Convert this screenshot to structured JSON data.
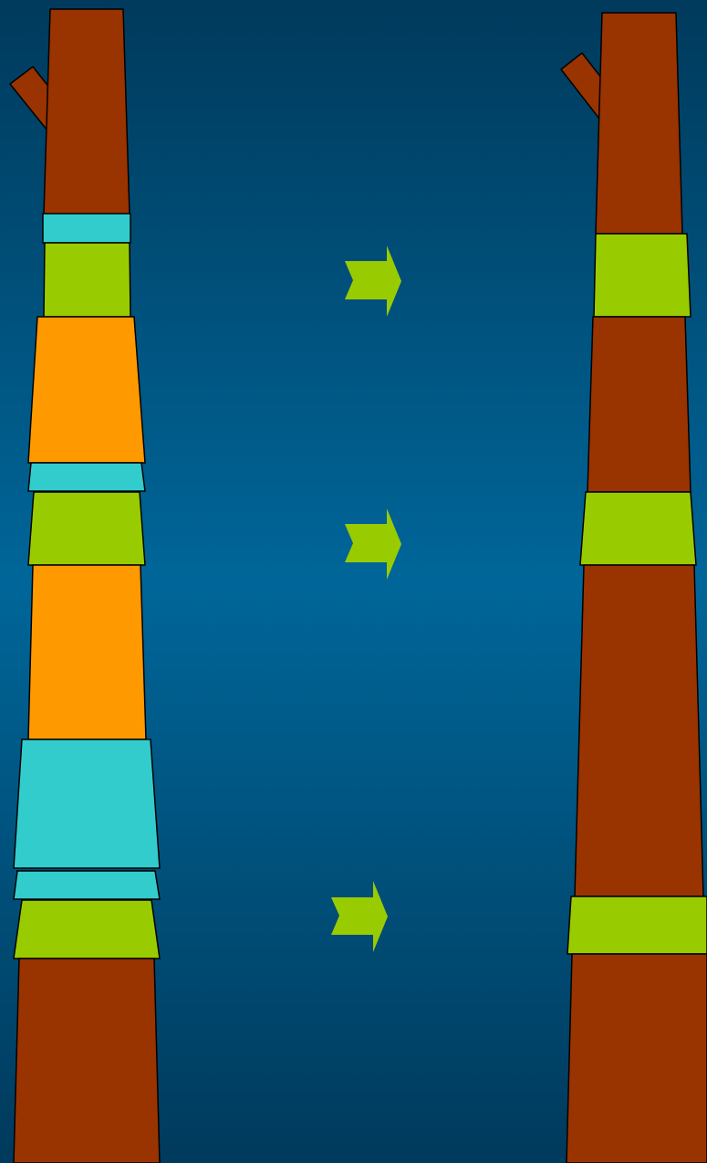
{
  "colors": {
    "background_edge": "#003a5c",
    "background_center": "#006699",
    "brown": "#993300",
    "cyan": "#33cccc",
    "green": "#99cc00",
    "orange": "#ff9900",
    "arrow": "#99cc00",
    "outline": "#000000"
  },
  "left_column": {
    "name": "left-trunk",
    "segments": [
      "branch-stub",
      "brown",
      "cyan",
      "green",
      "orange",
      "cyan",
      "green",
      "orange",
      "cyan",
      "cyan",
      "green",
      "brown"
    ]
  },
  "right_column": {
    "name": "right-trunk",
    "segments": [
      "branch-stub",
      "brown",
      "green",
      "brown",
      "green",
      "brown",
      "green",
      "brown"
    ]
  },
  "arrows": {
    "count": 3,
    "direction": "right",
    "icon": "chevron-arrow-icon"
  }
}
